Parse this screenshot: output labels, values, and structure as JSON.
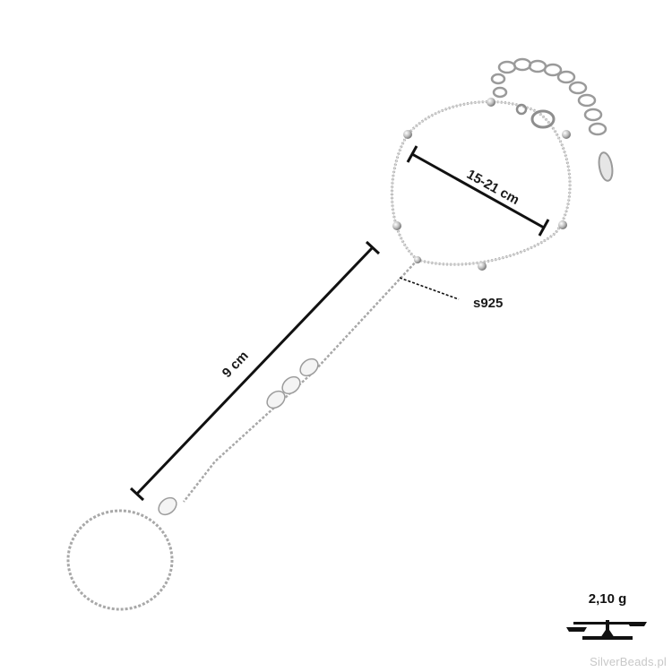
{
  "measurements": {
    "wrist_size": "15-21 cm",
    "finger_chain_length": "9 cm",
    "material": "s925"
  },
  "weight": {
    "value": "2,10 g",
    "icon": "scale-icon"
  },
  "watermark": "SilverBeads.pl",
  "colors": {
    "chain": "#a8a8a8",
    "measure_line": "#111111",
    "text": "#1a1a1a"
  }
}
